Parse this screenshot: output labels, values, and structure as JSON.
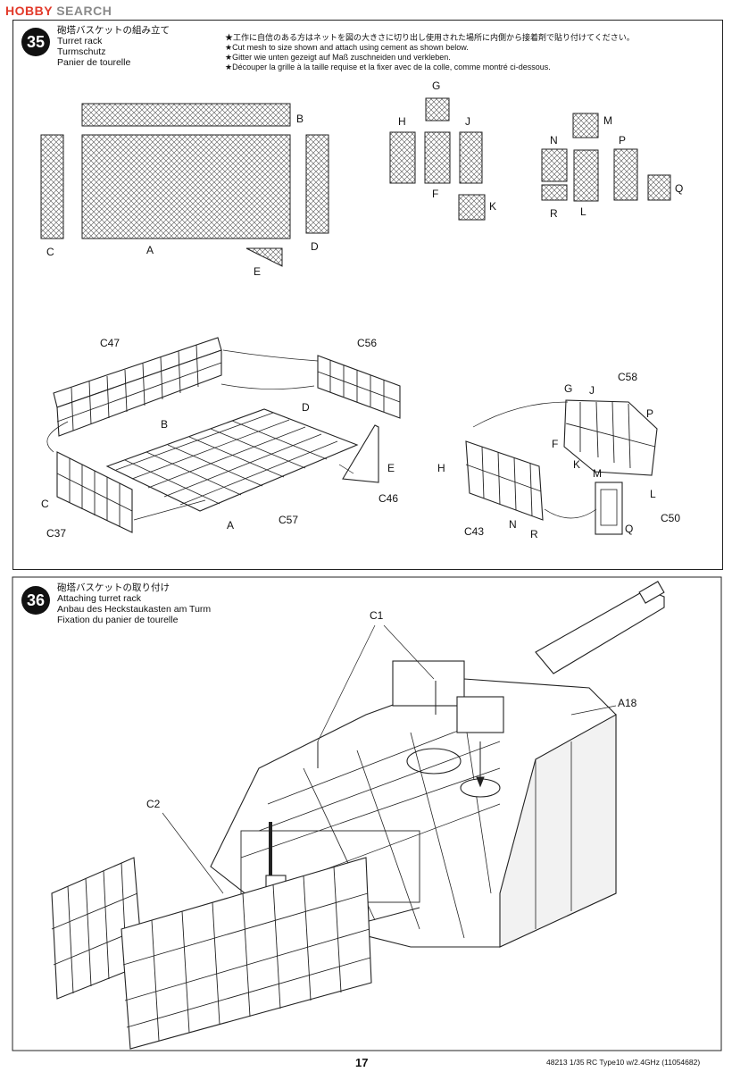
{
  "watermark": {
    "brand": "HOBBY",
    "suffix": "SEARCH"
  },
  "step35": {
    "number": "35",
    "titles": [
      "砲塔バスケットの組み立て",
      "Turret rack",
      "Turmschutz",
      "Panier de tourelle"
    ],
    "notes": [
      "★工作に自信のある方はネットを図の大きさに切り出し使用された場所に内側から接着剤で貼り付けてください。",
      "★Cut mesh to size shown and attach using cement as shown below.",
      "★Gitter wie unten gezeigt auf Maß zuschneiden und verkleben.",
      "★Découper la grille à la taille requise et la fixer avec de la colle, comme montré ci-dessous."
    ],
    "mesh_labels": [
      "A",
      "B",
      "C",
      "D",
      "E",
      "F",
      "G",
      "H",
      "J",
      "K",
      "L",
      "M",
      "N",
      "P",
      "Q",
      "R"
    ],
    "assembly_labels": [
      "C47",
      "C56",
      "B",
      "D",
      "E",
      "C46",
      "A",
      "C57",
      "C",
      "C37",
      "G",
      "J",
      "C58",
      "P",
      "F",
      "K",
      "M",
      "H",
      "N",
      "L",
      "C43",
      "R",
      "Q",
      "C50"
    ]
  },
  "step36": {
    "number": "36",
    "titles": [
      "砲塔バスケットの取り付け",
      "Attaching turret rack",
      "Anbau des Heckstaukasten am Turm",
      "Fixation du panier de tourelle"
    ],
    "labels": [
      "C1",
      "A18",
      "C2"
    ]
  },
  "footer": {
    "page": "17",
    "code": "48213  1/35  RC Type10 w/2.4GHz (11054682)"
  },
  "colors": {
    "line": "#222222",
    "mesh": "#444444",
    "logo": "#e23a2a"
  }
}
